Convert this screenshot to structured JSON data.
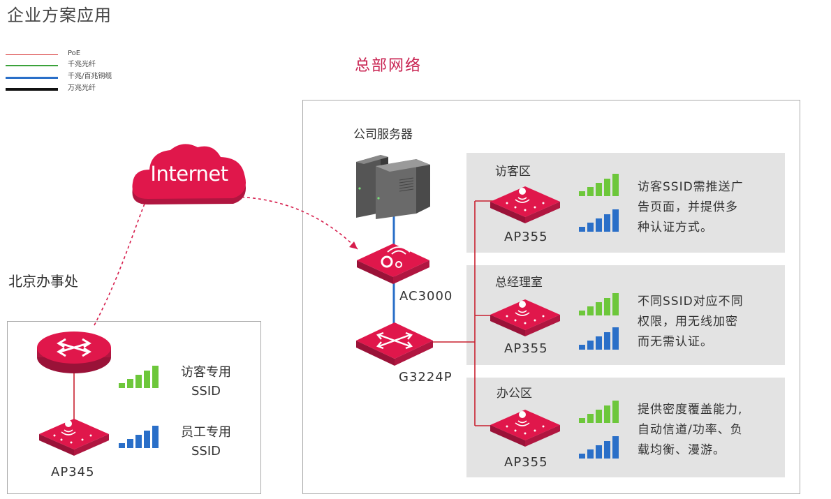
{
  "page": {
    "title": "企业方案应用"
  },
  "legend": [
    {
      "label": "PoE",
      "color": "#d42a2a"
    },
    {
      "label": "千兆光纤",
      "color": "#3aa23a"
    },
    {
      "label": "千兆/百兆铜缆",
      "color": "#2a6fc8"
    },
    {
      "label": "万兆光纤",
      "color": "#111111"
    }
  ],
  "colors": {
    "accent": "#e0174b",
    "green_signal": "#6dc73b",
    "blue_signal": "#2a6fc8",
    "poe": "#c8202f",
    "link_blue": "#2a6fc8"
  },
  "internet": {
    "label": "Internet"
  },
  "branch": {
    "title": "北京办事处",
    "ap_model": "AP345",
    "ssid_guest": "访客专用\nSSID",
    "ssid_staff": "员工专用\nSSID",
    "ssid_guest_line1": "访客专用",
    "ssid_guest_line2": "SSID",
    "ssid_staff_line1": "员工专用",
    "ssid_staff_line2": "SSID"
  },
  "hq": {
    "title": "总部网络",
    "server_label": "公司服务器",
    "controller_model": "AC3000",
    "switch_model": "G3224P",
    "zones": [
      {
        "name": "访客区",
        "ap_model": "AP355",
        "desc": [
          "访客SSID需推送广",
          "告页面，并提供多",
          "种认证方式。"
        ]
      },
      {
        "name": "总经理室",
        "ap_model": "AP355",
        "desc": [
          "不同SSID对应不同",
          "权限，用无线加密",
          "而无需认证。"
        ]
      },
      {
        "name": "办公区",
        "ap_model": "AP355",
        "desc": [
          "提供密度覆盖能力,",
          "自动信道/功率、负",
          "载均衡、漫游。"
        ]
      }
    ]
  }
}
